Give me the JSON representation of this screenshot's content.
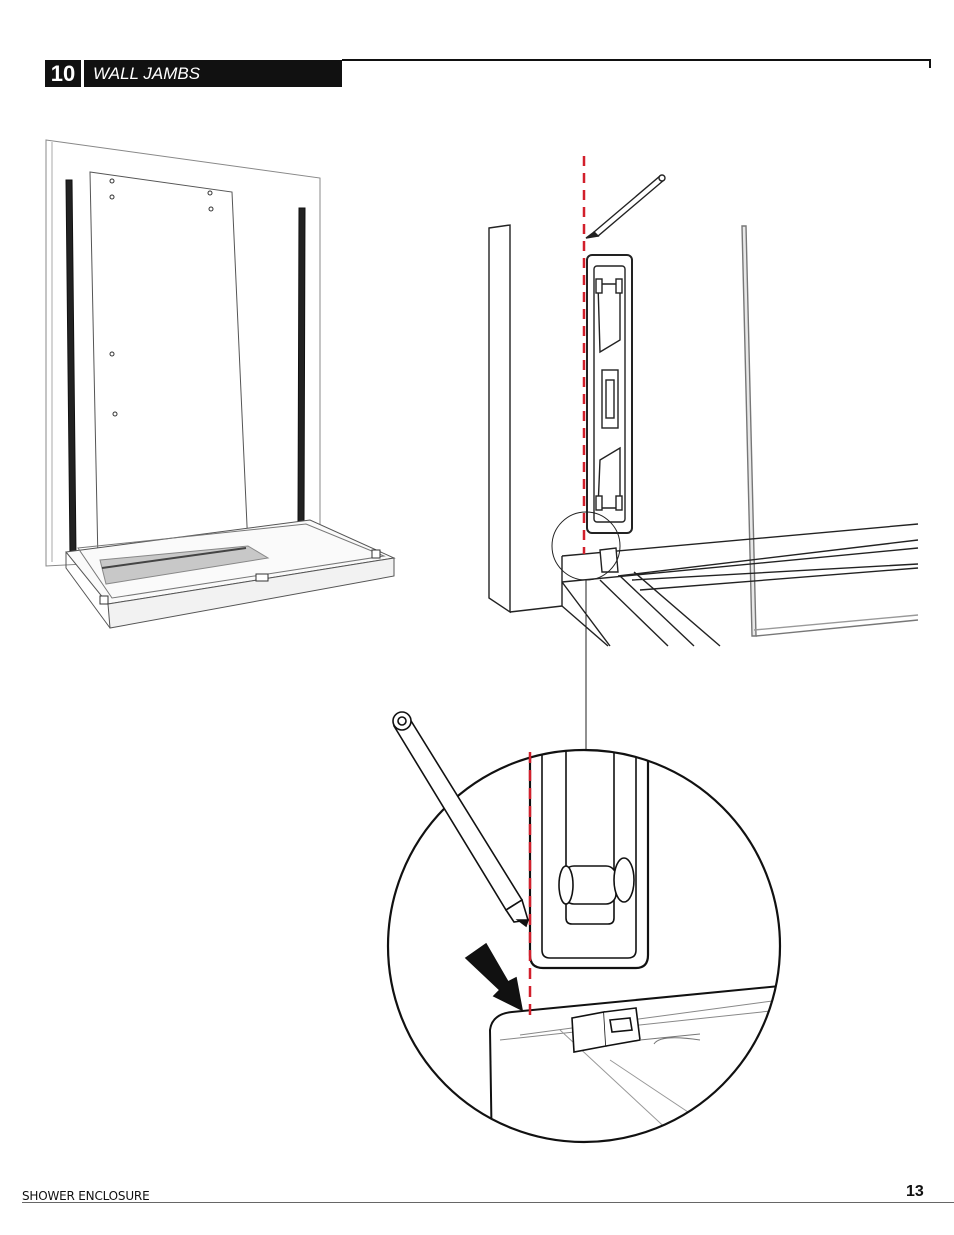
{
  "header": {
    "step_number": "10",
    "step_title": "WALL JAMBS"
  },
  "footer": {
    "product_label": "SHOWER ENCLOSURE",
    "page_number": "13"
  },
  "colors": {
    "header_bg": "#111111",
    "guide_line": "#d21f2b",
    "arrow": "#111111"
  }
}
